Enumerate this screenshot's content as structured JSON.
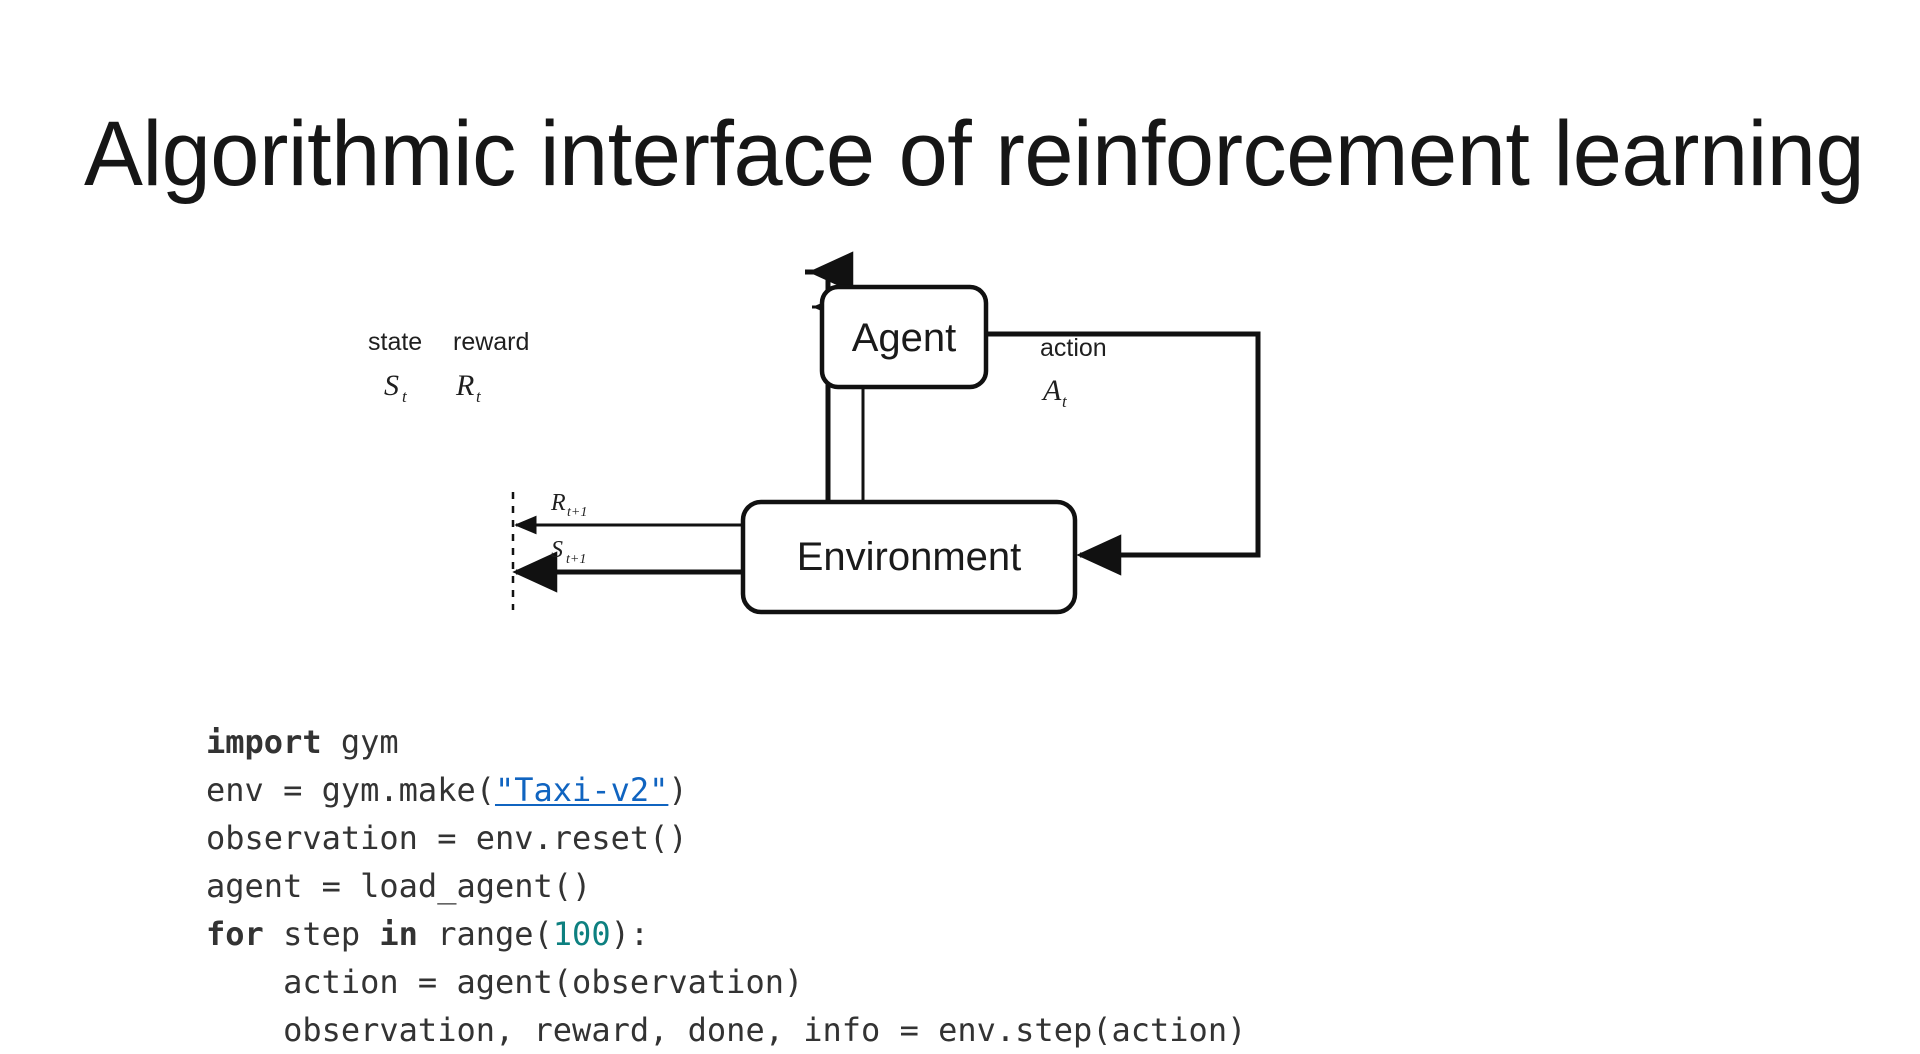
{
  "slide": {
    "title": "Algorithmic interface of reinforcement learning",
    "background_color": "#ffffff",
    "text_color": "#161616"
  },
  "diagram": {
    "name": "agent-environment-interaction-loop",
    "nodes": [
      {
        "id": "agent",
        "label": "Agent"
      },
      {
        "id": "environment",
        "label": "Environment"
      }
    ],
    "edge_labels": {
      "state_word": "state",
      "state_symbol": "S",
      "state_subscript": "t",
      "reward_word": "reward",
      "reward_symbol": "R",
      "reward_subscript": "t",
      "action_word": "action",
      "action_symbol": "A",
      "action_subscript": "t",
      "next_reward_symbol": "R",
      "next_reward_subscript": "t+1",
      "next_state_symbol": "S",
      "next_state_subscript": "t+1"
    },
    "stroke_color": "#111111"
  },
  "code": {
    "language": "python",
    "keyword_color": "#333333",
    "number_color": "#0d8080",
    "link_color": "#1064c0",
    "text_color": "#333333",
    "lines": [
      {
        "id": "line-1",
        "tokens": [
          {
            "t": "kw",
            "v": "import"
          },
          {
            "t": "text",
            "v": " gym"
          }
        ]
      },
      {
        "id": "line-2",
        "tokens": [
          {
            "t": "text",
            "v": "env = gym.make("
          },
          {
            "t": "link",
            "v": "\"Taxi-v2\""
          },
          {
            "t": "text",
            "v": ")"
          }
        ]
      },
      {
        "id": "line-3",
        "tokens": [
          {
            "t": "text",
            "v": "observation = env.reset()"
          }
        ]
      },
      {
        "id": "line-4",
        "tokens": [
          {
            "t": "text",
            "v": "agent = load_agent()"
          }
        ]
      },
      {
        "id": "line-5",
        "tokens": [
          {
            "t": "kw",
            "v": "for"
          },
          {
            "t": "text",
            "v": " step "
          },
          {
            "t": "kw",
            "v": "in"
          },
          {
            "t": "text",
            "v": " range("
          },
          {
            "t": "num",
            "v": "100"
          },
          {
            "t": "text",
            "v": "):"
          }
        ]
      },
      {
        "id": "line-6",
        "tokens": [
          {
            "t": "text",
            "v": "    action = agent(observation)"
          }
        ]
      },
      {
        "id": "line-7",
        "tokens": [
          {
            "t": "text",
            "v": "    observation, reward, done, info = env.step(action)"
          }
        ]
      }
    ]
  }
}
